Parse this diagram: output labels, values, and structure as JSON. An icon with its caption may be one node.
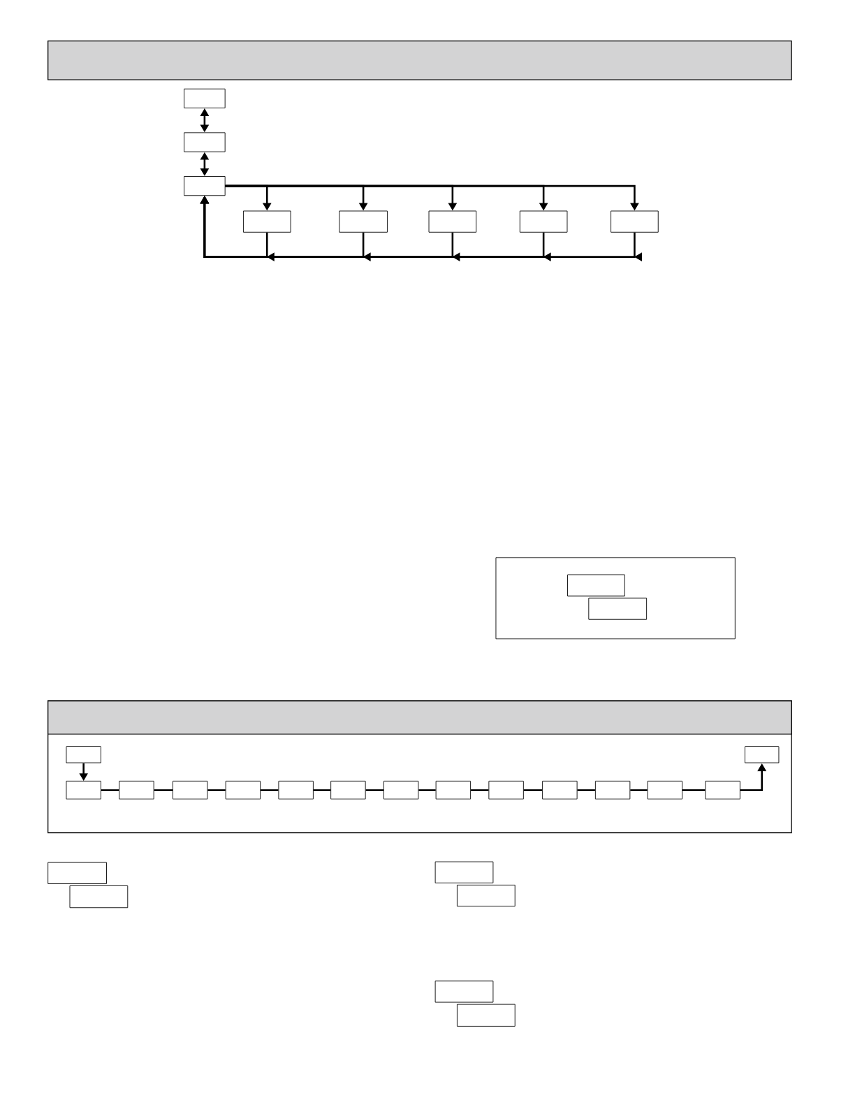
{
  "diagram": {
    "nodes": [
      {
        "text": [],
        "shape": "box"
      },
      {
        "text": [],
        "shape": "box"
      },
      {
        "text": [],
        "shape": "box"
      },
      {
        "text": [],
        "shape": "box"
      },
      {
        "text": [],
        "shape": "box"
      },
      {
        "text": [],
        "shape": "box"
      },
      {
        "text": [],
        "shape": "box"
      },
      {
        "text": [],
        "shape": "box"
      },
      {
        "text": [],
        "shape": "box"
      },
      {
        "text": [],
        "shape": "box",
        "in": 8
      },
      {
        "text": [],
        "shape": "box",
        "in": 8
      },
      {
        "text": [],
        "shape": "box"
      },
      {
        "text": [],
        "shape": "box"
      },
      {
        "text": [],
        "shape": "box"
      },
      {
        "text": [],
        "shape": "box"
      },
      {
        "text": [],
        "shape": "box"
      },
      {
        "text": [],
        "shape": "box"
      },
      {
        "text": [],
        "shape": "box"
      },
      {
        "text": [],
        "shape": "box"
      },
      {
        "text": [],
        "shape": "box"
      },
      {
        "text": [],
        "shape": "box"
      },
      {
        "text": [],
        "shape": "box"
      },
      {
        "text": [],
        "shape": "box"
      },
      {
        "text": [],
        "shape": "box"
      },
      {
        "text": [],
        "shape": "box"
      },
      {
        "text": [],
        "shape": "box"
      },
      {
        "text": [],
        "shape": "box"
      },
      {
        "text": [],
        "shape": "box"
      },
      {
        "text": [],
        "shape": "box"
      },
      {
        "text": [],
        "shape": "box"
      },
      {
        "text": [],
        "shape": "box"
      },
      {
        "text": [],
        "shape": "box"
      }
    ],
    "edges": [
      {
        "from": 0,
        "to": 1,
        "arrow": "both"
      },
      {
        "from": 1,
        "to": 2,
        "arrow": "both"
      },
      {
        "from": 2,
        "to": 3,
        "arrow": "to"
      },
      {
        "from": 2,
        "to": 4,
        "arrow": "to"
      },
      {
        "from": 2,
        "to": 5,
        "arrow": "to"
      },
      {
        "from": 2,
        "to": 6,
        "arrow": "to"
      },
      {
        "from": 2,
        "to": 7,
        "arrow": "to"
      },
      {
        "from": 3,
        "to": 2,
        "arrow": "to"
      },
      {
        "from": 4,
        "to": 2,
        "arrow": "to"
      },
      {
        "from": 5,
        "to": 2,
        "arrow": "to"
      },
      {
        "from": 6,
        "to": 2,
        "arrow": "to"
      },
      {
        "from": 7,
        "to": 2,
        "arrow": "to"
      },
      {
        "from": 11,
        "to": 12,
        "arrow": "to"
      },
      {
        "from": 12,
        "to": 13,
        "arrow": "none"
      },
      {
        "from": 13,
        "to": 14,
        "arrow": "none"
      },
      {
        "from": 14,
        "to": 15,
        "arrow": "none"
      },
      {
        "from": 15,
        "to": 16,
        "arrow": "none"
      },
      {
        "from": 16,
        "to": 17,
        "arrow": "none"
      },
      {
        "from": 17,
        "to": 18,
        "arrow": "none"
      },
      {
        "from": 18,
        "to": 19,
        "arrow": "none"
      },
      {
        "from": 19,
        "to": 20,
        "arrow": "none"
      },
      {
        "from": 20,
        "to": 21,
        "arrow": "none"
      },
      {
        "from": 21,
        "to": 22,
        "arrow": "none"
      },
      {
        "from": 22,
        "to": 23,
        "arrow": "none"
      },
      {
        "from": 23,
        "to": 24,
        "arrow": "none"
      },
      {
        "from": 24,
        "to": 25,
        "arrow": "to"
      }
    ]
  }
}
